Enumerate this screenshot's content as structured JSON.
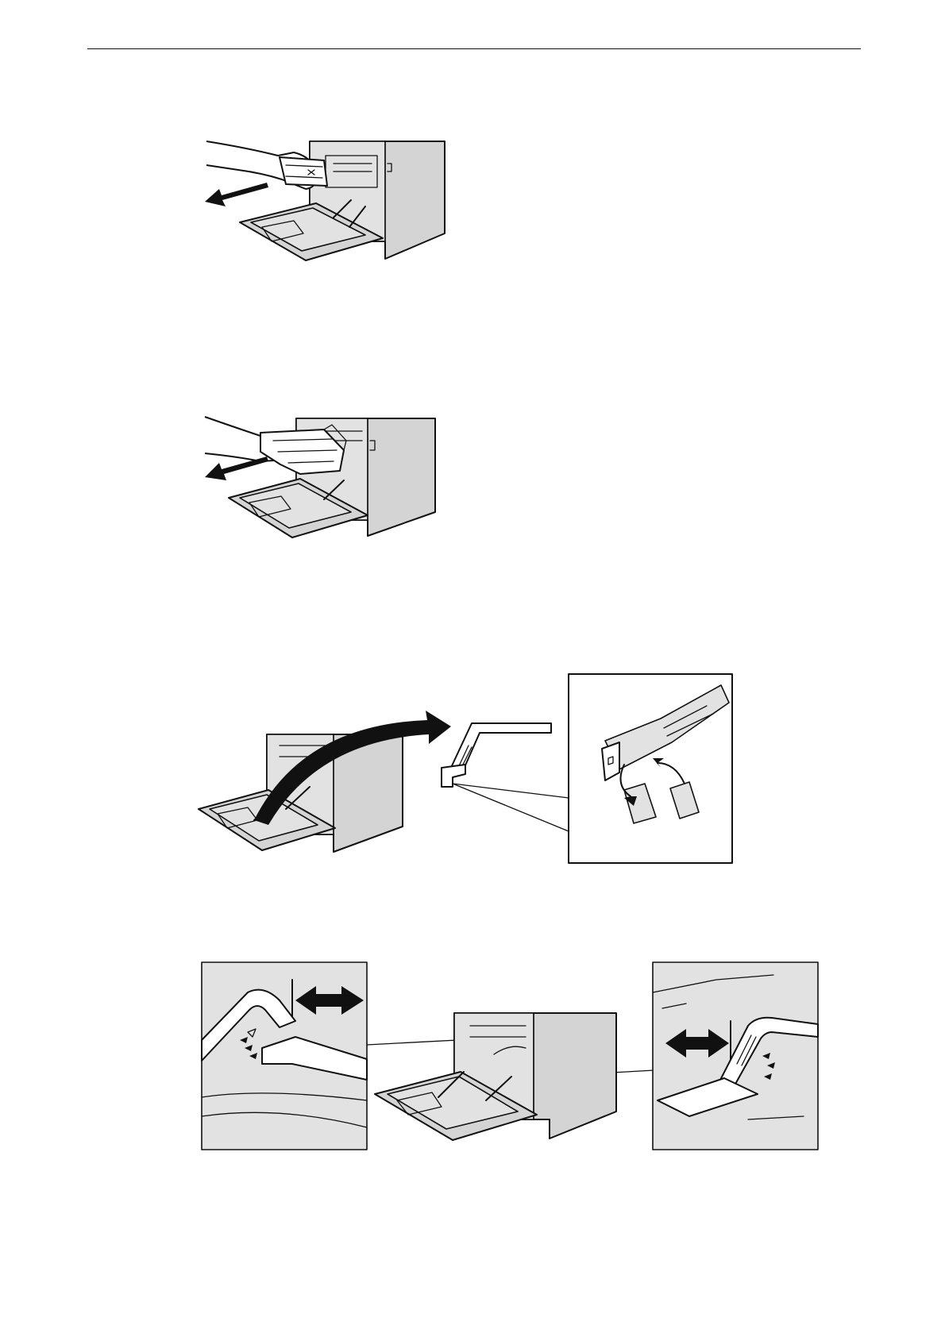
{
  "page": {
    "figures": [
      {
        "id": "fig-remove-toner",
        "icon": "printer-remove-cartridge-illustration"
      },
      {
        "id": "fig-remove-drum",
        "icon": "printer-remove-drum-unit-illustration"
      },
      {
        "id": "fig-cleaning-tool",
        "icon": "cleaning-tool-pad-replacement-illustration"
      },
      {
        "id": "fig-clean-window",
        "icon": "cleaning-tool-slide-illustration"
      }
    ]
  }
}
